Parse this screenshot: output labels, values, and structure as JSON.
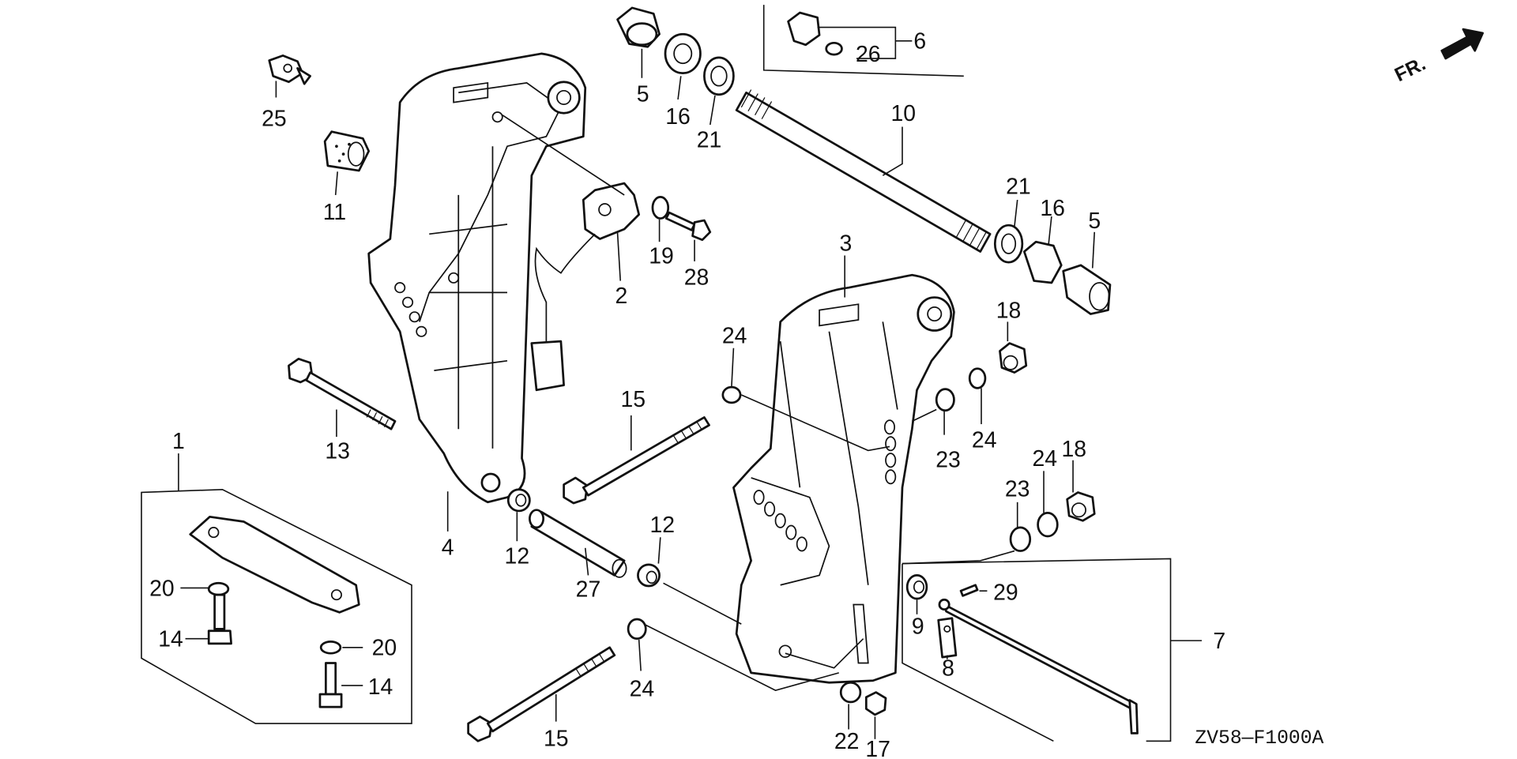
{
  "diagram": {
    "callouts": {
      "c1": "1",
      "c2": "2",
      "c3": "3",
      "c4": "4",
      "c5a": "5",
      "c5b": "5",
      "c6": "6",
      "c7": "7",
      "c8": "8",
      "c9": "9",
      "c10": "10",
      "c11": "11",
      "c12a": "12",
      "c12b": "12",
      "c13": "13",
      "c14a": "14",
      "c14b": "14",
      "c15a": "15",
      "c15b": "15",
      "c16a": "16",
      "c16b": "16",
      "c17": "17",
      "c18a": "18",
      "c18b": "18",
      "c19": "19",
      "c20a": "20",
      "c20b": "20",
      "c21a": "21",
      "c21b": "21",
      "c22": "22",
      "c23a": "23",
      "c23b": "23",
      "c24a": "24",
      "c24b": "24",
      "c24c": "24",
      "c24d": "24",
      "c25": "25",
      "c26": "26",
      "c27": "27",
      "c28": "28",
      "c29": "29"
    },
    "direction_label": "FR.",
    "diagram_code": "ZV58—F1000A"
  }
}
